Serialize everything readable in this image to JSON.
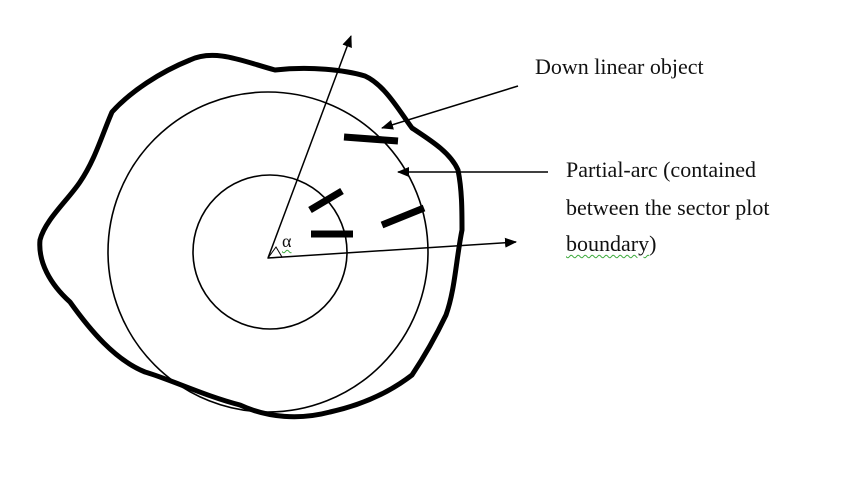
{
  "labels": {
    "down_linear_object": "Down linear object",
    "partial_arc_line1": "Partial-arc (contained",
    "partial_arc_line2": "between the sector plot",
    "partial_arc_line3_main": "boundary",
    "partial_arc_line3_tail": ")",
    "angle_symbol": "α"
  },
  "colors": {
    "ink": "#000000",
    "spellcheck_underline": "#3aa83a",
    "background": "#ffffff"
  }
}
